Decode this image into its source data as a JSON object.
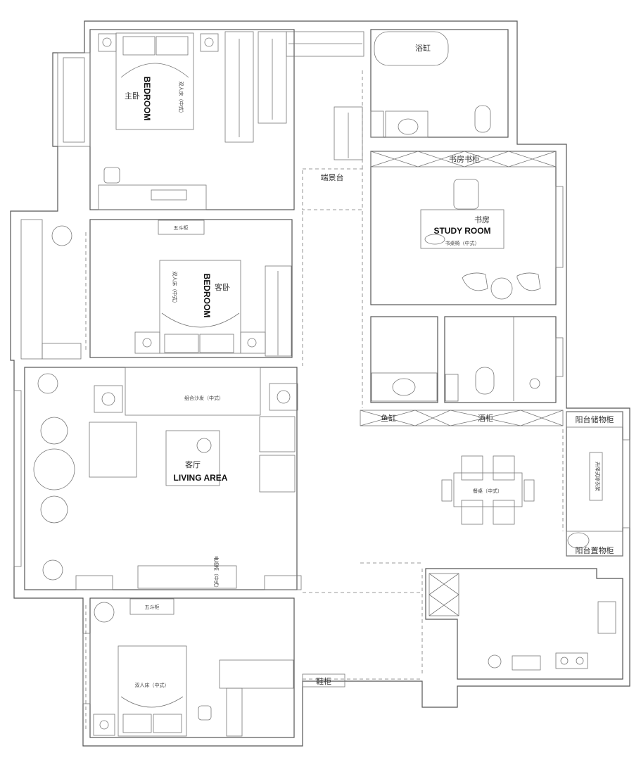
{
  "plan": {
    "master_bedroom": {
      "name_cn": "主卧",
      "name_en": "BEDROOM",
      "bed": "双人床（中式）"
    },
    "bathtub": "浴缸",
    "console": "端景台",
    "study": {
      "bookcase": "书房书柜",
      "name_cn": "书房",
      "name_en": "STUDY ROOM",
      "desk": "书桌椅（中式）"
    },
    "bedroom2": {
      "name_cn": "客卧",
      "name_en": "BEDROOM",
      "bed": "双人床（中式）",
      "chest": "五斗柜"
    },
    "fish_tank": "鱼缸",
    "wine_cabinet": "酒柜",
    "balcony_storage": "阳台储物柜",
    "clothes_rack": "升降式晾衣架",
    "balcony_shelf": "阳台置物柜",
    "dining_table": "餐桌（中式）",
    "living": {
      "name_cn": "客厅",
      "name_en": "LIVING AREA",
      "sofa": "组合沙发（中式）",
      "tv": "电视柜（中式）"
    },
    "bedroom3": {
      "bed": "双人床（中式）",
      "chest": "五斗柜"
    },
    "shoe_cabinet": "鞋柜"
  }
}
